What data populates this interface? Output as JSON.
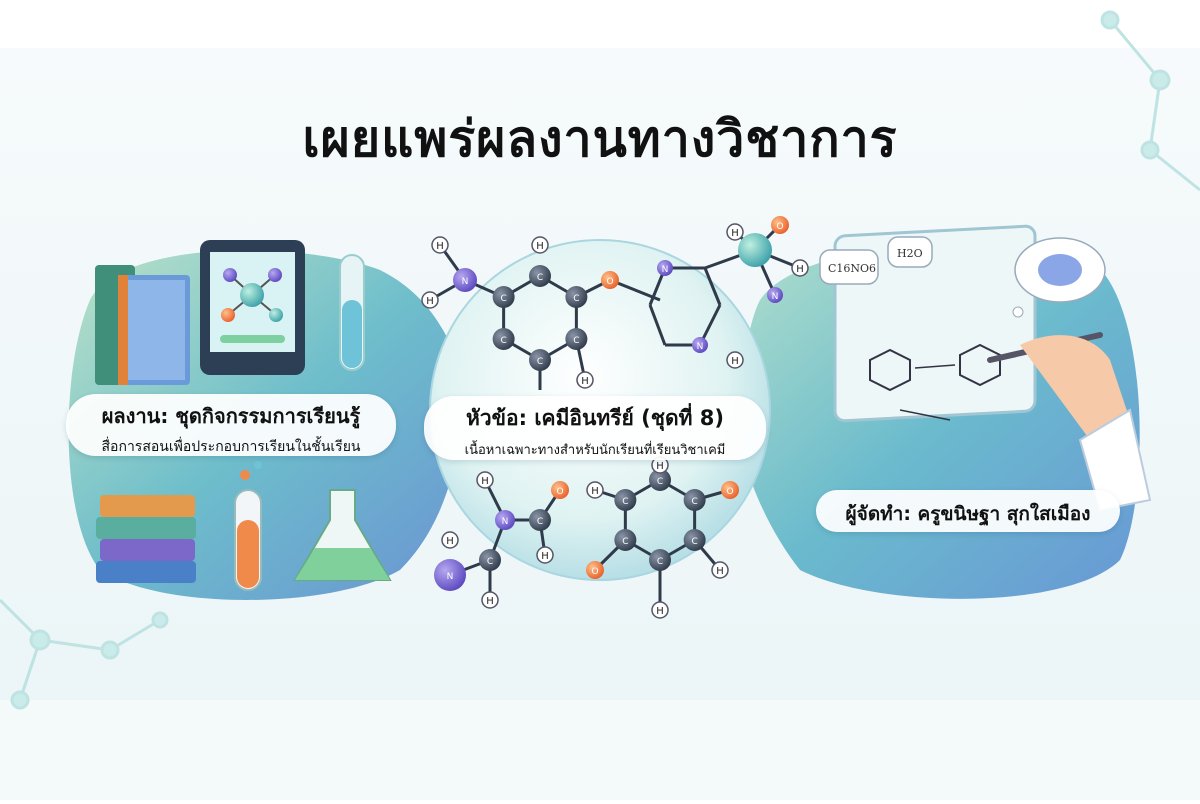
{
  "title": "เผยแพร่ผลงานทางวิชาการ",
  "left_panel": {
    "heading": "ผลงาน: ชุดกิจกรรมการเรียนรู้",
    "subheading": "สื่อการสอนเพื่อประกอบการเรียนในชั้นเรียน"
  },
  "center_panel": {
    "heading": "หัวข้อ: เคมีอินทรีย์ (ชุดที่ 8)",
    "subheading": "เนื้อหาเฉพาะทางสำหรับนักเรียนที่เรียนวิชาเคมี"
  },
  "right_panel": {
    "heading": "ผู้จัดทำ: ครูขนิษฐา สุกใสเมือง",
    "bubble_formula_1": "C16NO6",
    "bubble_formula_2": "H2O"
  },
  "colors": {
    "blob_teal": "#5bb8c4",
    "blob_blue": "#5a8fd0",
    "blob_green": "#a6d8a8",
    "sphere": "#cfeef0",
    "atom_carbon": "#3d4a5c",
    "atom_nitrogen": "#6a5acd",
    "atom_oxygen": "#f07a3a"
  }
}
